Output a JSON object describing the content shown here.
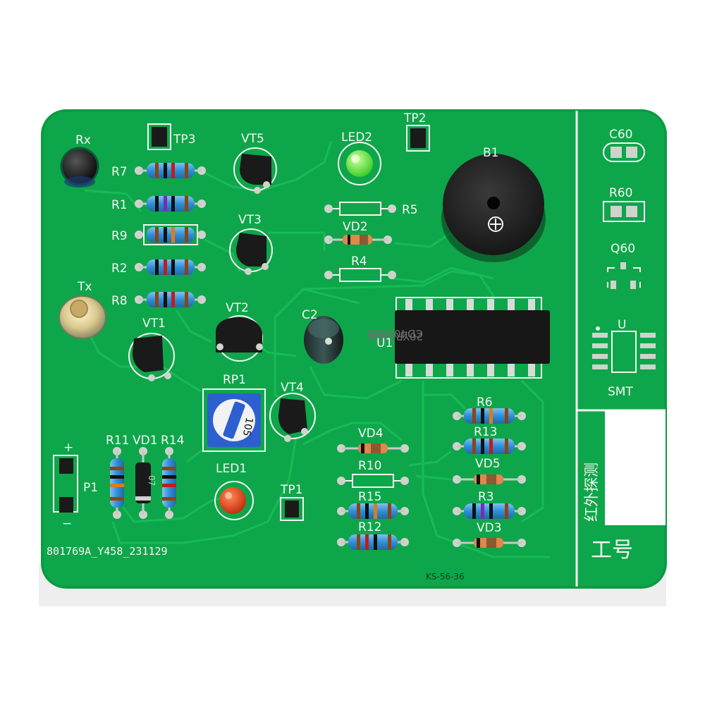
{
  "board": {
    "colors": {
      "pcb": "#0ea64a",
      "pcb_edge": "#07913d",
      "trace": "#14b853",
      "silkscreen": "#f4f7f2",
      "component_black": "#1a1a1a",
      "resistor_body": "#2f8fd6",
      "potentiometer": "#2d5fd0",
      "led1": "#e2431b",
      "led2": "#55e23b",
      "pad": "#cfd3cc"
    },
    "labels": {
      "rx": "Rx",
      "tx": "Tx",
      "tp1": "TP1",
      "tp2": "TP2",
      "tp3": "TP3",
      "vt1": "VT1",
      "vt2": "VT2",
      "vt3": "VT3",
      "vt4": "VT4",
      "vt5": "VT5",
      "r1": "R1",
      "r2": "R2",
      "r3": "R3",
      "r4": "R4",
      "r5": "R5",
      "r6": "R6",
      "r7": "R7",
      "r8": "R8",
      "r9": "R9",
      "r10": "R10",
      "r11": "R11",
      "r12": "R12",
      "r13": "R13",
      "r14": "R14",
      "r15": "R15",
      "vd1": "VD1",
      "vd2": "VD2",
      "vd3": "VD3",
      "vd4": "VD4",
      "vd5": "VD5",
      "led1": "LED1",
      "led2": "LED2",
      "rp1": "RP1",
      "c2": "C2",
      "u1": "U1",
      "p1": "P1",
      "b1": "B1",
      "plus": "+",
      "minus": "−",
      "c60": "C60",
      "r60": "R60",
      "q60": "Q60",
      "u": "U",
      "smt": "SMT"
    },
    "title_vertical": "红外探测",
    "work_id_label": "工号",
    "chip_marking": "CD4093BE",
    "chip_code": "20YR18DK",
    "pot_marking": "105",
    "diode_marking": "07",
    "serial": "801769A_Y458_231129",
    "model": "KS-56-36"
  }
}
